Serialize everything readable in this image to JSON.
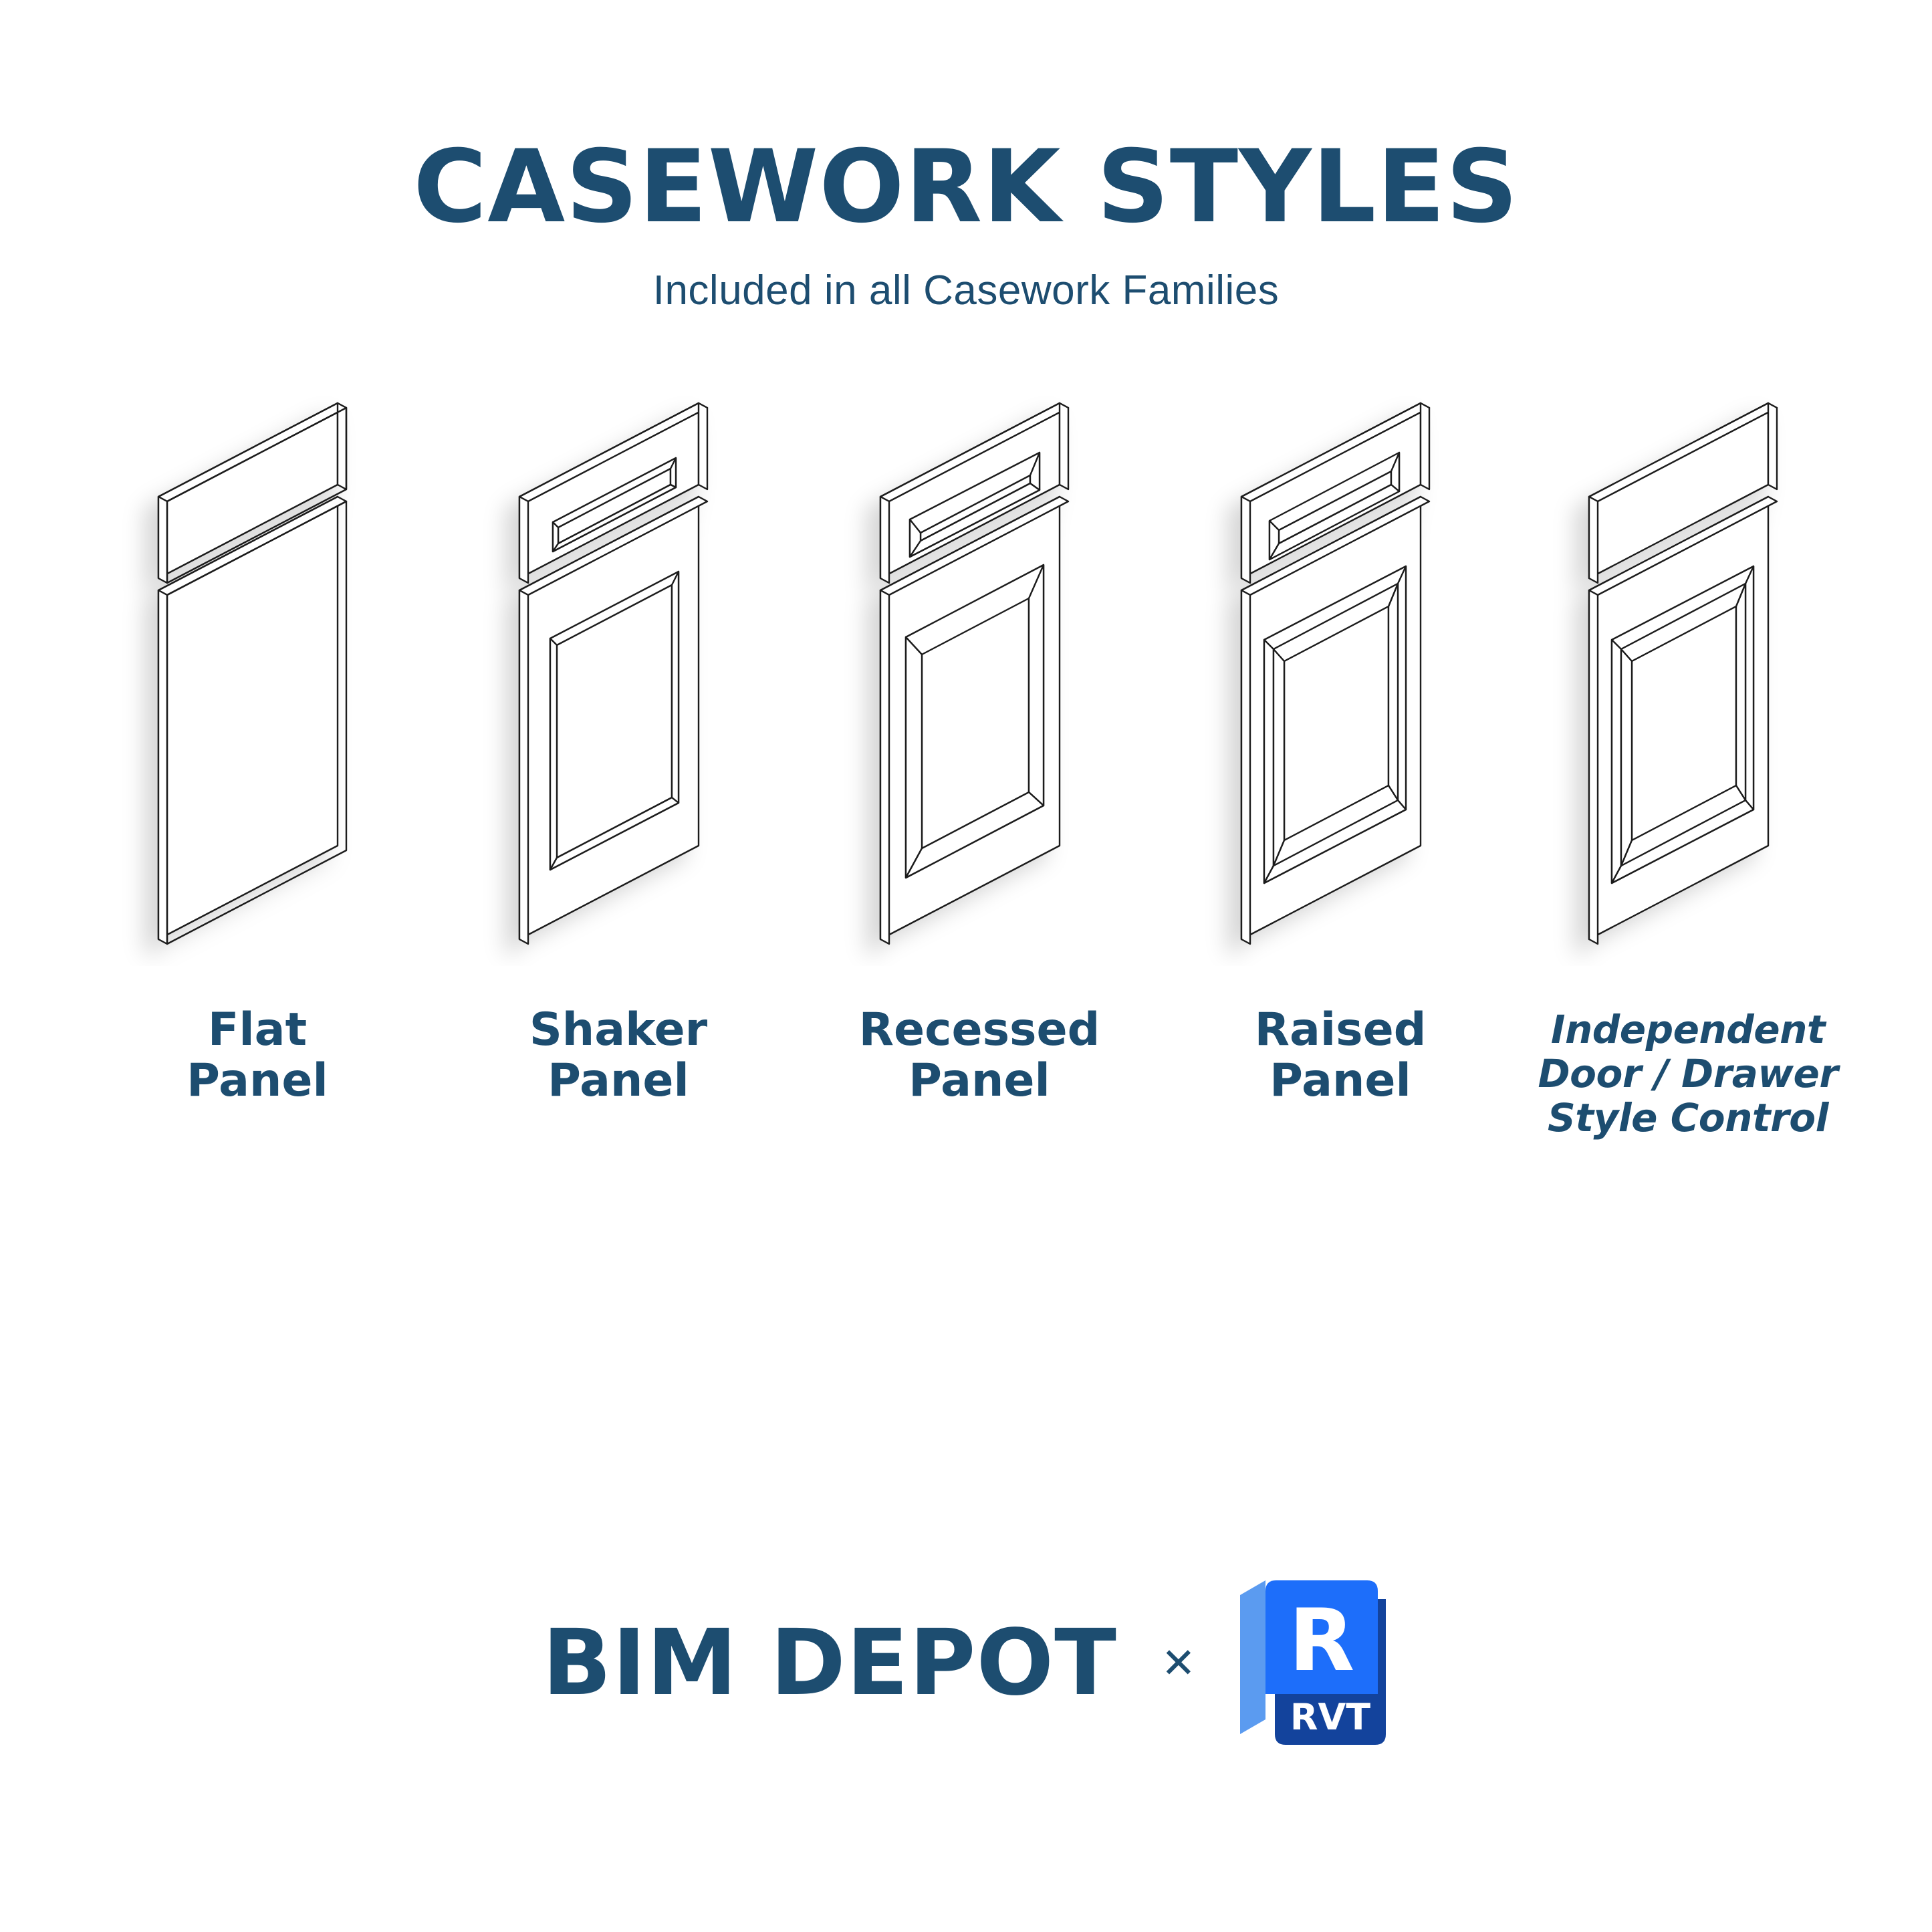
{
  "header": {
    "title": "CASEWORK STYLES",
    "subtitle": "Included in all Casework Families"
  },
  "panels": [
    {
      "id": "flat-panel",
      "label": "Flat\nPanel",
      "style": "flat",
      "drawer": "flat",
      "door": "flat",
      "italic": false
    },
    {
      "id": "shaker-panel",
      "label": "Shaker\nPanel",
      "style": "shaker",
      "drawer": "shaker",
      "door": "shaker",
      "italic": false
    },
    {
      "id": "recessed-panel",
      "label": "Recessed\nPanel",
      "style": "recessed",
      "drawer": "recessed",
      "door": "recessed",
      "italic": false
    },
    {
      "id": "raised-panel",
      "label": "Raised\nPanel",
      "style": "raised",
      "drawer": "raised",
      "door": "raised",
      "italic": false
    },
    {
      "id": "independent-style",
      "label": "Independent\nDoor / Drawer\nStyle Control",
      "style": "mixed",
      "drawer": "flat",
      "door": "raised",
      "italic": true
    }
  ],
  "footer": {
    "brand": "BIM DEPOT",
    "separator": "✕",
    "product_icon": {
      "letter": "R",
      "extension": "RVT"
    }
  },
  "colors": {
    "navy": "#1d4d70",
    "line": "#1a1a1a",
    "panel_face": "#ffffff",
    "rvt_blue": "#1d6efa",
    "rvt_flap": "#5b9bf0",
    "rvt_dark": "#13439c",
    "background": "#ffffff"
  }
}
